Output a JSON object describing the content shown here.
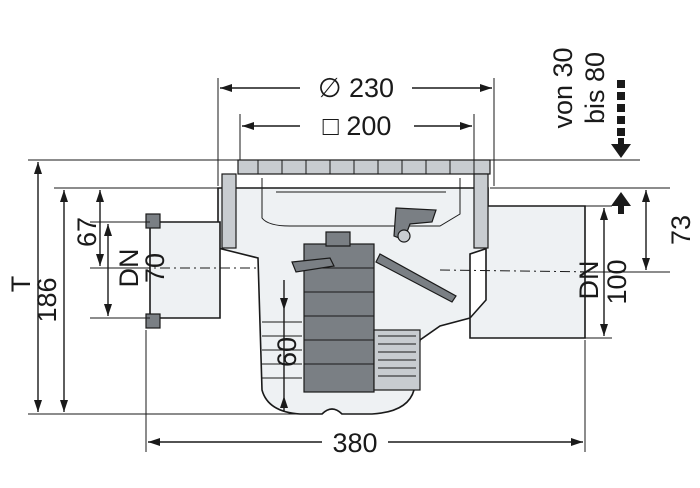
{
  "dimensions": {
    "diameter_label": "∅ 230",
    "square_label": "□ 200",
    "width_label": "380",
    "height_total_label": "T",
    "height_186_label": "186",
    "height_67_label": "67",
    "inlet_dn_label": "DN",
    "inlet_dn_value": "70",
    "outlet_dn_label": "DN",
    "outlet_dn_value": "100",
    "outlet_height_label": "73",
    "water_seal_label": "60",
    "adjust_von_label": "von 30",
    "adjust_bis_label": "bis 80"
  }
}
